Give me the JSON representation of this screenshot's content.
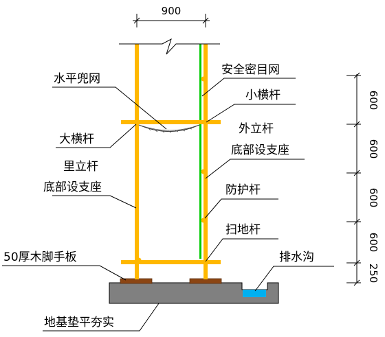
{
  "dims": {
    "top_width": "900",
    "right": [
      "600",
      "600",
      "600",
      "600",
      "250"
    ]
  },
  "labels": {
    "safety_net": "安全密目网",
    "horizontal_net": "水平兜网",
    "small_crossbar": "小横杆",
    "big_crossbar": "大横杆",
    "outer_pole_1": "外立杆",
    "outer_pole_2": "底部设支座",
    "inner_pole_1": "里立杆",
    "inner_pole_2": "底部设支座",
    "guard_bar": "防护杆",
    "sweep_bar": "扫地杆",
    "plank": "50厚木脚手板",
    "drain": "排水沟",
    "foundation": "地基垫平夯实"
  },
  "colors": {
    "pole": "#FFB800",
    "net": "#00CC00",
    "ground": "#808080",
    "pad": "#8B4513",
    "water": "#00B0F0",
    "line": "#000000"
  }
}
